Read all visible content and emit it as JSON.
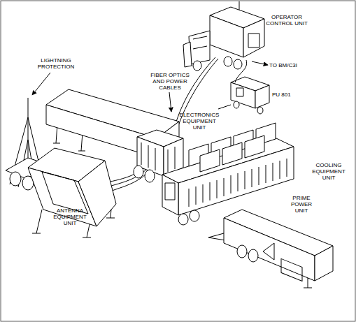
{
  "diagram": {
    "labels": [
      "OPERATOR CONTROL UNIT",
      "TO BM/C3I",
      "LIGHTNING PROTECTION",
      "FIBER OPTICS AND POWER CABLES",
      "PU 801",
      "ELECTRONICS EQUIPMENT UNIT",
      "COOLING EQUIPMENT UNIT",
      "PRIME POWER UNIT",
      "ANTENNA EQUIPMENT UNIT"
    ]
  }
}
